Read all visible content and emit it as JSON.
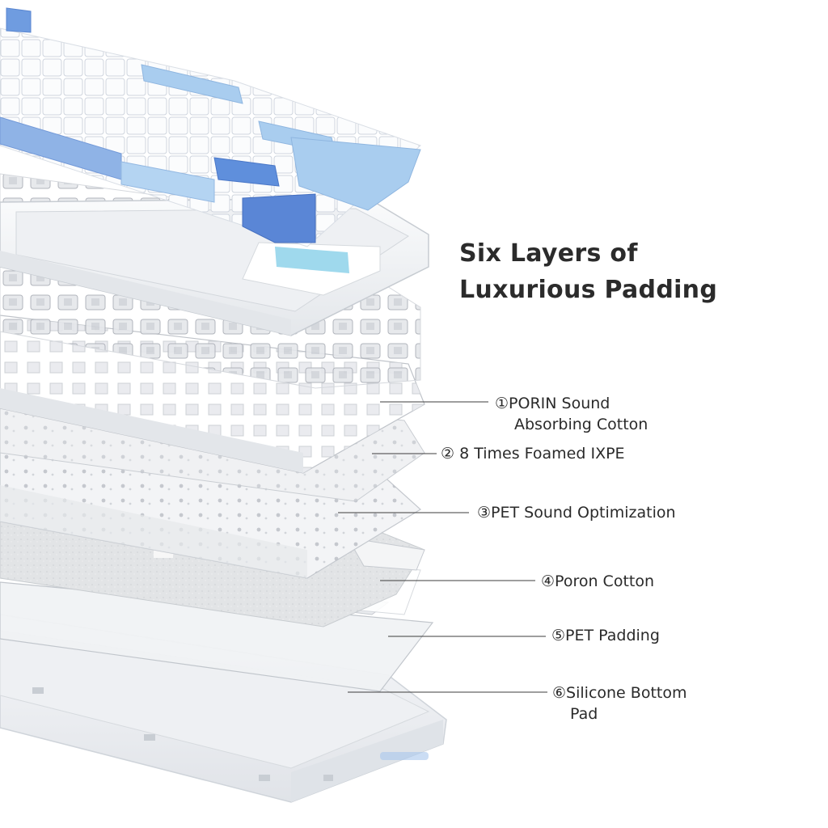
{
  "title": {
    "line1": "Six Layers of",
    "line2": "Luxurious Padding"
  },
  "layers": [
    {
      "number": "①",
      "lines": [
        "PORIN Sound",
        "Absorbing Cotton"
      ]
    },
    {
      "number": "②",
      "lines": [
        " 8 Times Foamed IXPE"
      ]
    },
    {
      "number": "③",
      "lines": [
        "PET Sound Optimization"
      ]
    },
    {
      "number": "④",
      "lines": [
        "Poron Cotton"
      ]
    },
    {
      "number": "⑤",
      "lines": [
        "PET Padding"
      ]
    },
    {
      "number": "⑥",
      "lines": [
        "Silicone Bottom",
        "Pad"
      ]
    }
  ],
  "colors": {
    "keycap_white": "#f4f6f9",
    "keycap_light_blue": "#aed0f0",
    "keycap_blue": "#6f9fe0",
    "keycap_dark_blue": "#4a78d0",
    "frame_white": "#f5f6f8",
    "switch_gray": "#c9ccd2",
    "leader_line": "#3c3c3c",
    "text": "#2a2a2a"
  }
}
